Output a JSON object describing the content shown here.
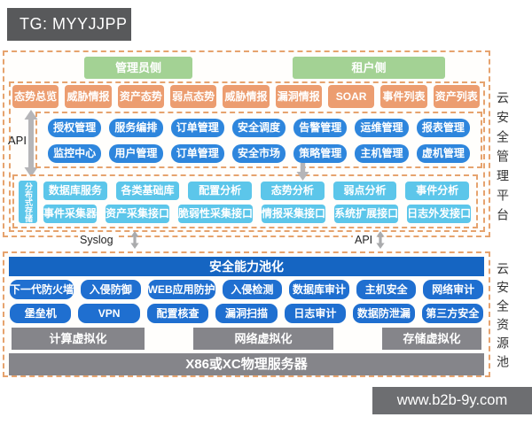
{
  "watermarks": {
    "tg": "TG: MYYJJPP",
    "site": "www.b2b-9y.com"
  },
  "platform": {
    "side_label": "云安全管理平台",
    "roles": [
      "管理员侧",
      "租户侧"
    ],
    "portal_items": [
      "态势总览",
      "威胁情报",
      "资产态势",
      "弱点态势",
      "威胁情报",
      "漏洞情报",
      "SOAR",
      "事件列表",
      "资产列表"
    ],
    "api_label": "API",
    "mgmt_rows": [
      [
        "授权管理",
        "服务编排",
        "订单管理",
        "安全调度",
        "告警管理",
        "运维管理",
        "报表管理"
      ],
      [
        "监控中心",
        "用户管理",
        "订单管理",
        "安全市场",
        "策略管理",
        "主机管理",
        "虚机管理"
      ]
    ],
    "storage_label": "分布式存储",
    "data_rows": [
      [
        "数据库服务",
        "各类基础库",
        "配置分析",
        "态势分析",
        "弱点分析",
        "事件分析"
      ],
      [
        "事件采集器",
        "资产采集接口",
        "脆弱性采集接口",
        "情报采集接口",
        "系统扩展接口",
        "日志外发接口"
      ]
    ]
  },
  "connectors": {
    "syslog": "Syslog",
    "api": "API"
  },
  "pool": {
    "side_label": "云安全资源池",
    "title": "安全能力池化",
    "capability_rows": [
      [
        "下一代防火墙",
        "入侵防御",
        "WEB应用防护",
        "入侵检测",
        "数据库审计",
        "主机安全",
        "网络审计"
      ],
      [
        "堡垒机",
        "VPN",
        "配置核查",
        "漏洞扫描",
        "日志审计",
        "数据防泄漏",
        "第三方安全"
      ]
    ],
    "virtualization": [
      "计算虚拟化",
      "网络虚拟化",
      "存储虚拟化"
    ],
    "hardware": "X86或XC物理服务器"
  },
  "icons": {
    "api_double_arrow": "vertical-double-arrow",
    "mid_down_arrow": "down-arrow",
    "syslog_arrow": "small-vertical-double-arrow",
    "api_connector_arrow": "small-vertical-double-arrow"
  },
  "colors": {
    "dashed_border": "#e6a36e",
    "orange_box": "#ec9d70",
    "green_box": "#a3d294",
    "blue_pill": "#2e86dd",
    "teal_box": "#5cc6ea",
    "pool_header": "#1565c2",
    "pool_pill": "#1f6fd0",
    "gray_box": "#85858a",
    "watermark_gray": "#58595b",
    "site_gray": "#6d6e71",
    "arrow_gray": "#b5b5b8"
  }
}
